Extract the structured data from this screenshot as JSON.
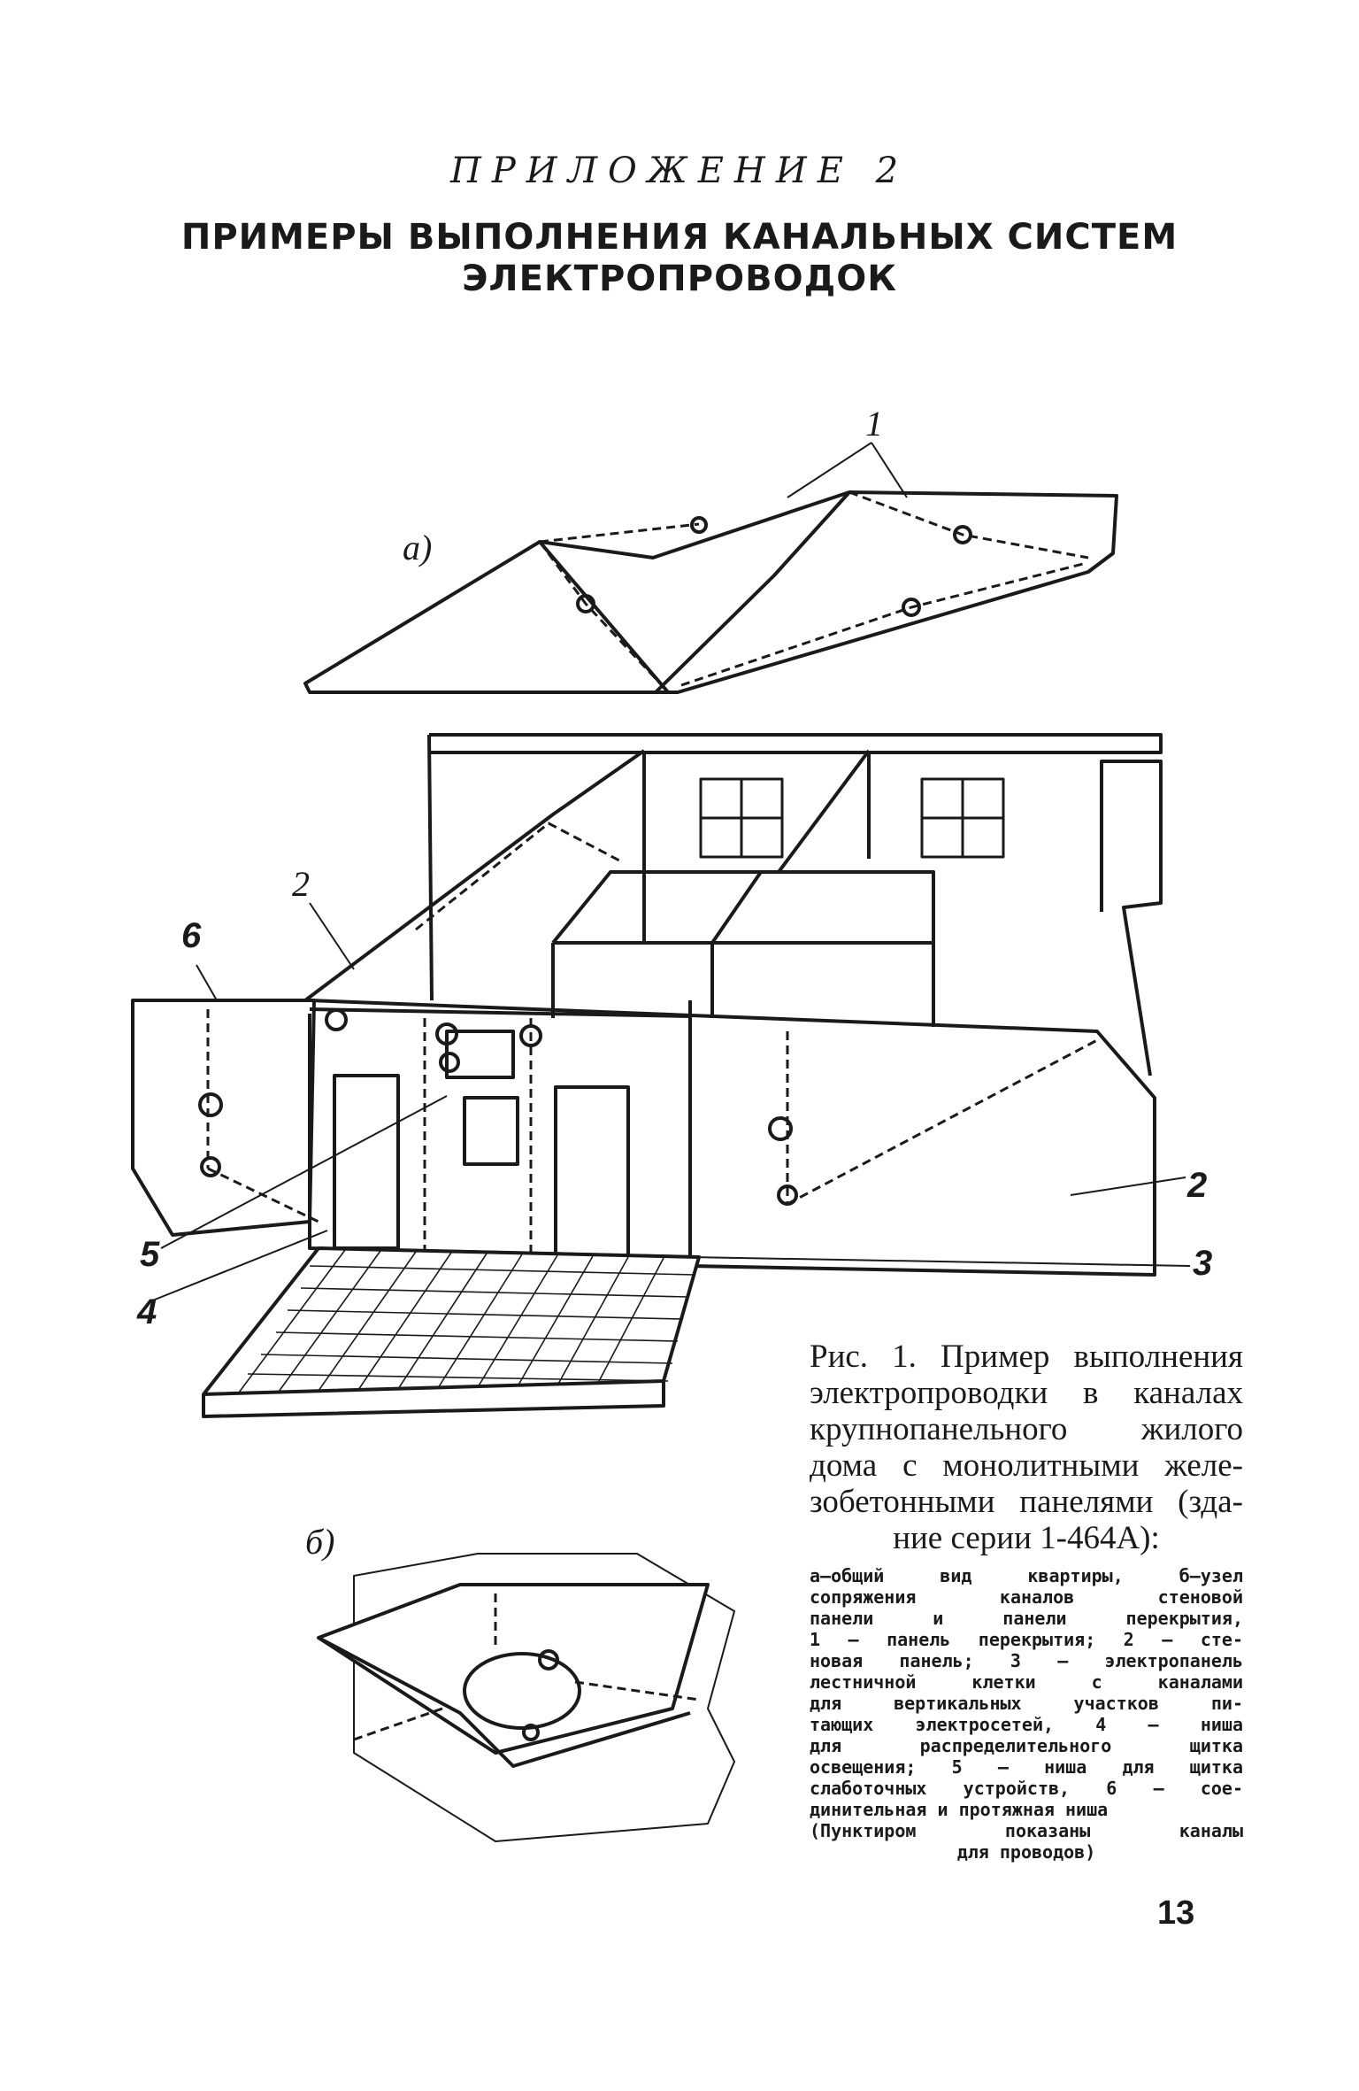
{
  "appendix_title": "ПРИЛОЖЕНИЕ 2",
  "heading": {
    "line1": "ПРИМЕРЫ ВЫПОЛНЕНИЯ КАНАЛЬНЫХ СИСТЕМ",
    "line2": "ЭЛЕКТРОПРОВОДОК"
  },
  "figure": {
    "subfigure_a": "а)",
    "subfigure_b": "б)",
    "labels": {
      "l1": "1",
      "l2_left": "2",
      "l2_right": "2",
      "l3": "3",
      "l4": "4",
      "l5": "5",
      "l6": "6"
    }
  },
  "caption": {
    "lines": [
      "Рис. 1. Пример выполнения",
      "электропроводки в каналах",
      "крупнопанельного жилого",
      "дома с монолитными желе-",
      "зобетонными панелями (зда-",
      "ние серии 1-464А):"
    ]
  },
  "legend": {
    "lines": [
      "а—общий вид квартиры, б—узел",
      "сопряжения каналов стеновой",
      "панели и панели перекрытия,",
      "1 — панель перекрытия; 2 — сте-",
      "новая панель; 3 — электропанель",
      "лестничной клетки с каналами",
      "для вертикальных участков пи-",
      "тающих электросетей, 4 — ниша",
      "для распределительного щитка",
      "освещения; 5 — ниша для щитка",
      "слаботочных устройств, 6 — сое-",
      "динительная и протяжная ниша",
      "(Пунктиром показаны каналы",
      "для проводов)"
    ]
  },
  "page_number": "13"
}
